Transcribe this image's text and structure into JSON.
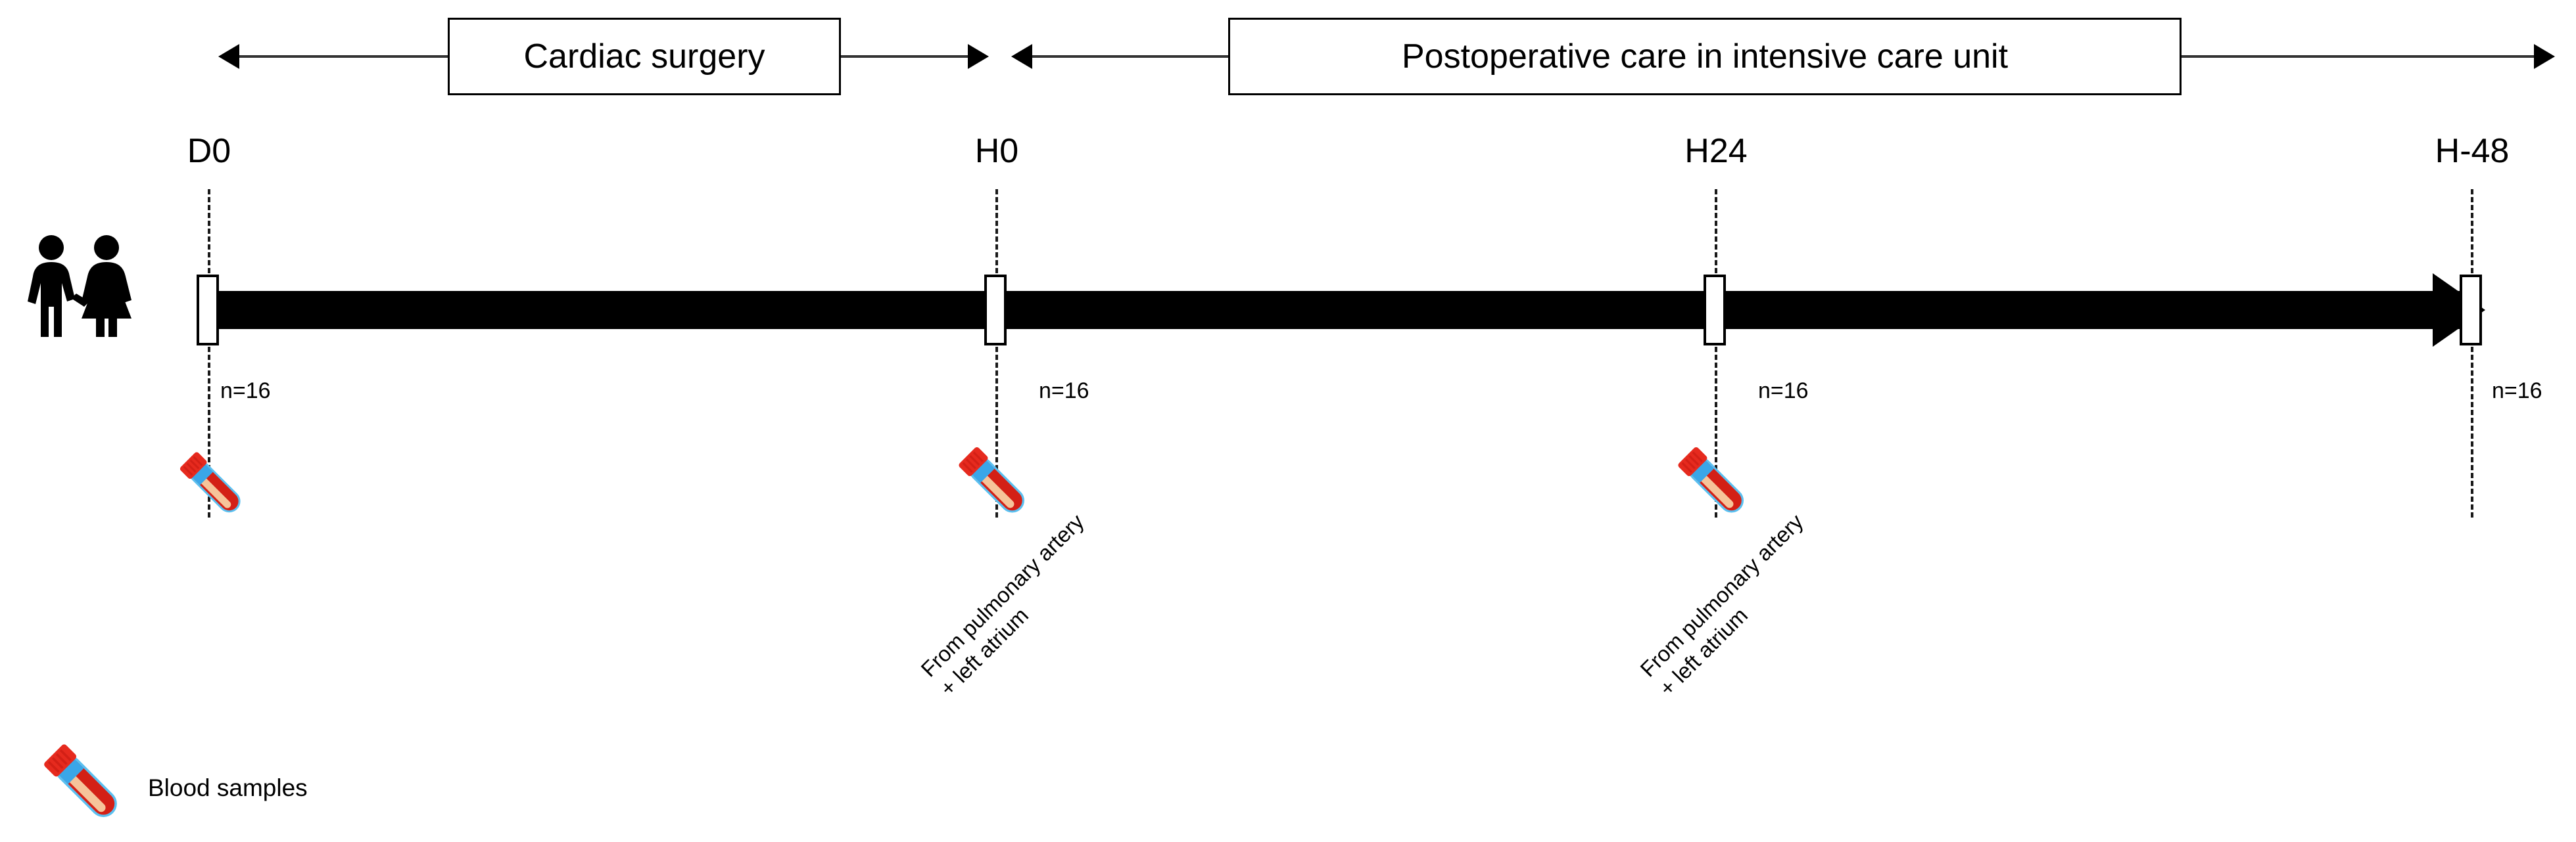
{
  "phases": [
    {
      "id": "cardiac-surgery",
      "label": "Cardiac surgery"
    },
    {
      "id": "postoperative-care",
      "label": "Postoperative care in intensive care unit"
    }
  ],
  "timepoints": [
    {
      "id": "d0",
      "label": "D0",
      "n": "n=16",
      "sample": true,
      "source_line1": "From pulmonary artery",
      "source_line2": "+ left atrium",
      "show_source": false
    },
    {
      "id": "h0",
      "label": "H0",
      "n": "n=16",
      "sample": true,
      "source_line1": "From pulmonary artery",
      "source_line2": "+ left atrium",
      "show_source": true
    },
    {
      "id": "h24",
      "label": "H24",
      "n": "n=16",
      "sample": true,
      "source_line1": "From pulmonary artery",
      "source_line2": "+ left atrium",
      "show_source": true
    },
    {
      "id": "h-48",
      "label": "H-48",
      "n": "n=16",
      "sample": false,
      "source_line1": "",
      "source_line2": "",
      "show_source": false
    }
  ],
  "legend": {
    "icon": "blood-tube-icon",
    "label": "Blood samples"
  },
  "icons": {
    "participants": "people-couple-icon",
    "blood_tube": "blood-tube-icon",
    "timeline_arrow": "right-arrow-icon"
  },
  "colors": {
    "tube_body_red": "#d32016",
    "tube_highlight": "#f6c49a",
    "tube_neck_blue": "#3aa6e8",
    "tube_rim_blue": "#5bc0f0",
    "tube_cap_red": "#e62a1e",
    "line_black": "#000000",
    "background": "#ffffff"
  }
}
